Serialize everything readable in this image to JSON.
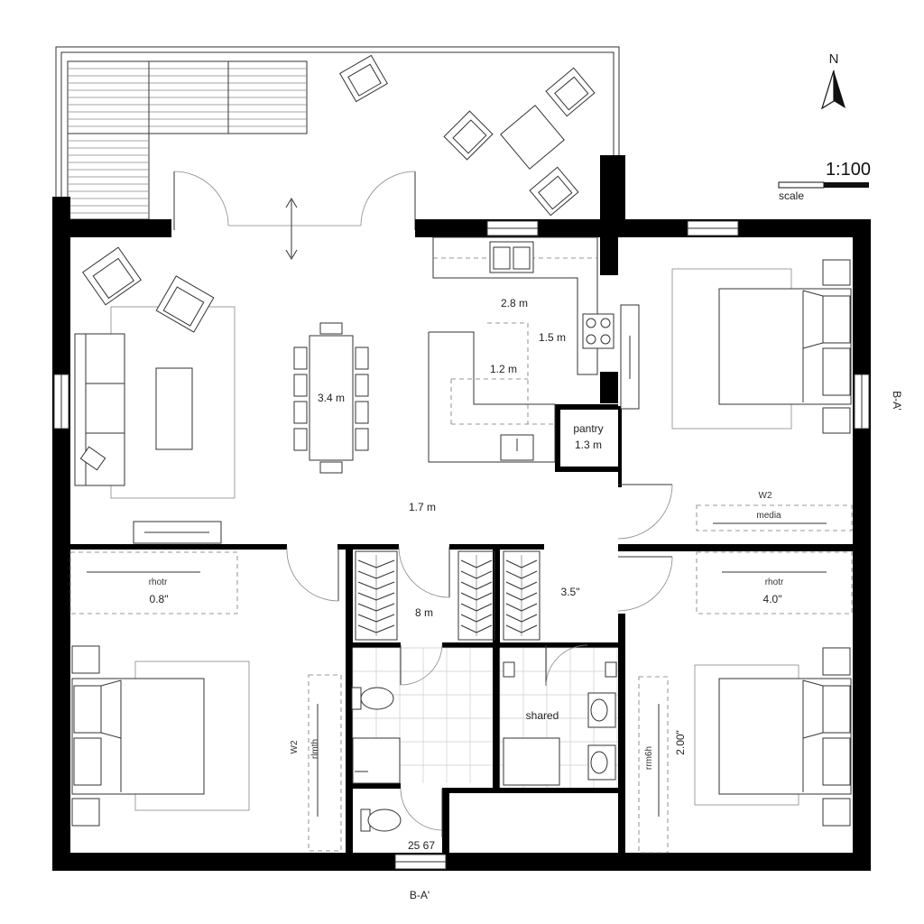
{
  "north_label": "N",
  "scale": {
    "ratio": "1:100",
    "label": "scale"
  },
  "section_labels": {
    "bottom": "B-A'",
    "right": "B-A’"
  },
  "rooms": {
    "living_dim": "3.4 m",
    "hall_dim": "1.7 m",
    "kitchen_width": "2.8 m",
    "kitchen_dim_a": "1.5 m",
    "kitchen_dim_b": "1.2 m",
    "pantry": "pantry",
    "pantry_dim": "1.3 m",
    "closet_dim": "8 m",
    "hall_right_dim": "3.5\"",
    "shared_bath": "shared",
    "bath_small_dim": "25 67"
  },
  "media_units": {
    "top_right_tag": "W2",
    "top_right_label": "media",
    "right_label": "rhotr",
    "right_dim": "4.0\"",
    "left_label": "rhotr",
    "left_dim": "0.8\""
  },
  "wardrobes": {
    "left_tag": "W2",
    "left_label": "rlmth",
    "right_label": "rrm6h",
    "right_dim": "2.00\""
  }
}
